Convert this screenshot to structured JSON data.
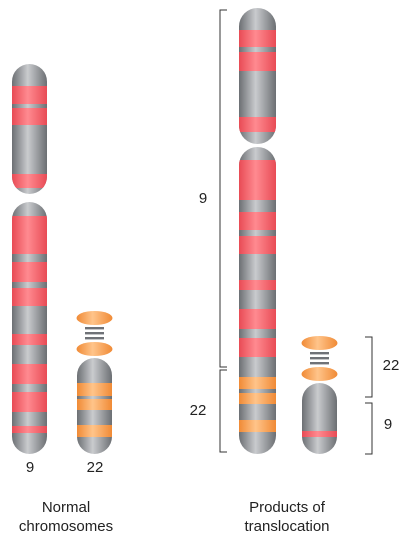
{
  "colors": {
    "chromosome_gray": "#8f9296",
    "band_red": "#f2606a",
    "band_orange": "#f6a154",
    "satellite_gray": "#6f7277",
    "bracket": "#333333"
  },
  "normal": {
    "chr9_label": "9",
    "chr22_label": "22",
    "caption_line1": "Normal",
    "caption_line2": "chromosomes"
  },
  "translocation": {
    "bracket_9_label": "9",
    "bracket_22_label": "22",
    "bracket_small_22_label": "22",
    "bracket_small_9_label": "9",
    "caption_line1": "Products of",
    "caption_line2": "translocation"
  }
}
